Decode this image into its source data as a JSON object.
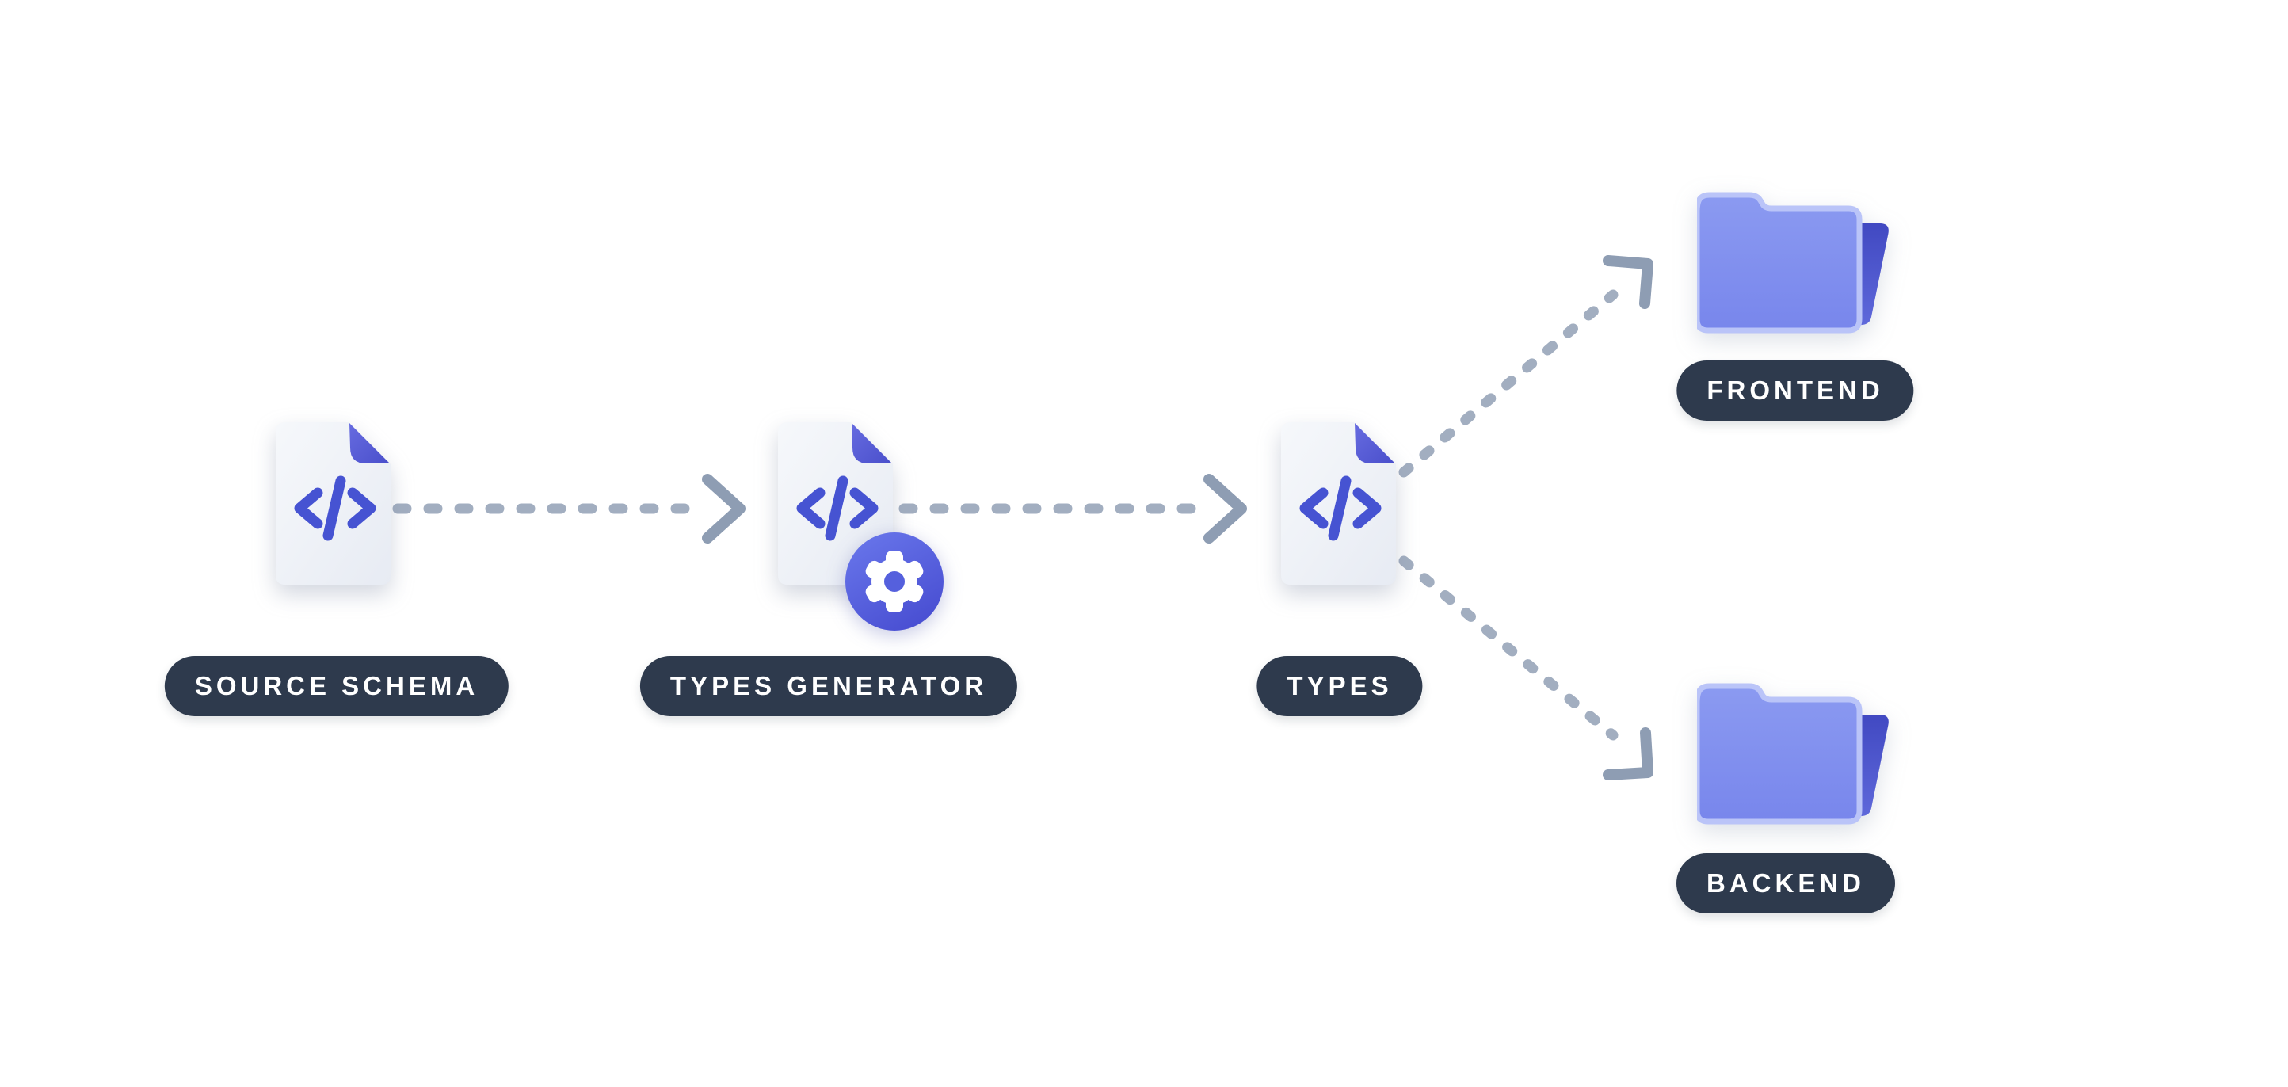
{
  "nodes": {
    "source_schema": {
      "label": "SOURCE SCHEMA",
      "icon": "code-file-icon"
    },
    "types_generator": {
      "label": "TYPES GENERATOR",
      "icon": "code-file-gear-icon"
    },
    "types": {
      "label": "TYPES",
      "icon": "code-file-icon"
    },
    "frontend": {
      "label": "FRONTEND",
      "icon": "folder-icon"
    },
    "backend": {
      "label": "BACKEND",
      "icon": "folder-icon"
    }
  },
  "connections": [
    {
      "from": "source_schema",
      "to": "types_generator",
      "style": "dashed-arrow"
    },
    {
      "from": "types_generator",
      "to": "types",
      "style": "dashed-arrow"
    },
    {
      "from": "types",
      "to": "frontend",
      "style": "dashed-arrow"
    },
    {
      "from": "types",
      "to": "backend",
      "style": "dashed-arrow"
    }
  ],
  "colors": {
    "background": "#ffffff",
    "accent_indigo": "#4653d2",
    "document_fill": "#eef1f7",
    "fold_corner": "#565cd6",
    "gear_badge": "#5560dd",
    "folder_front": "#8091ee",
    "folder_front_stroke": "#bac4f8",
    "folder_back": "#4d55cc",
    "pill_background": "#2e3a4d",
    "pill_text": "#ffffff",
    "dash_line": "#a2aec0",
    "arrowhead": "#8e9db3"
  }
}
